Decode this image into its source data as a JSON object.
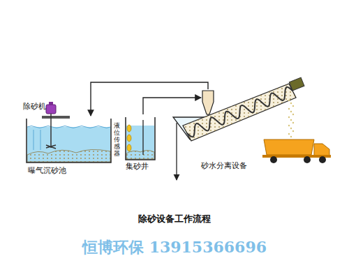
{
  "diagram": {
    "caption": "除砂设备工作流程",
    "nodes": [
      {
        "text": [
          "除砂机"
        ]
      },
      {
        "text": [
          "曝气沉砂池"
        ]
      },
      {
        "text": [
          "集砂井"
        ]
      },
      {
        "text": [
          "砂水分离设备"
        ]
      }
    ],
    "edges": [
      {
        "from": 2,
        "to": 3,
        "arrow": "to"
      },
      {
        "from": 3,
        "to": 1,
        "arrow": "to"
      }
    ],
    "labels": [
      "液位传感器",
      "恒博环保 13915366696"
    ]
  }
}
